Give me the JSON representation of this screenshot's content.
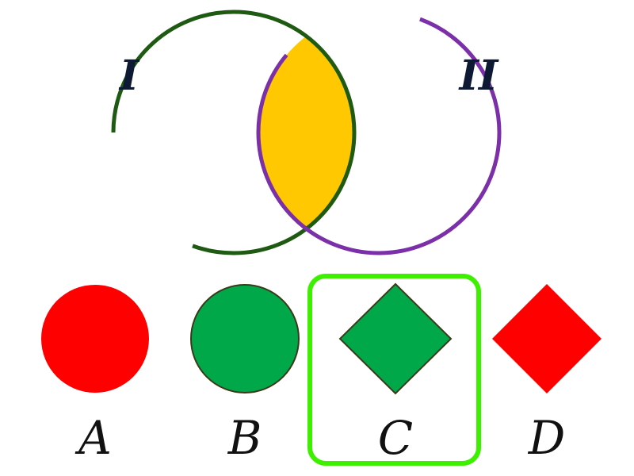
{
  "venn": {
    "left_label": "I",
    "right_label": "II",
    "left_color": "#1e5a12",
    "right_color": "#7b2fa8",
    "intersection_color": "#ffc800"
  },
  "options": [
    {
      "label": "A",
      "shape": "circle",
      "color": "#ff0000"
    },
    {
      "label": "B",
      "shape": "circle",
      "color": "#00a84a"
    },
    {
      "label": "C",
      "shape": "diamond",
      "color": "#00a84a",
      "selected": true
    },
    {
      "label": "D",
      "shape": "diamond",
      "color": "#ff0000"
    }
  ],
  "selection_color": "#3cf000"
}
